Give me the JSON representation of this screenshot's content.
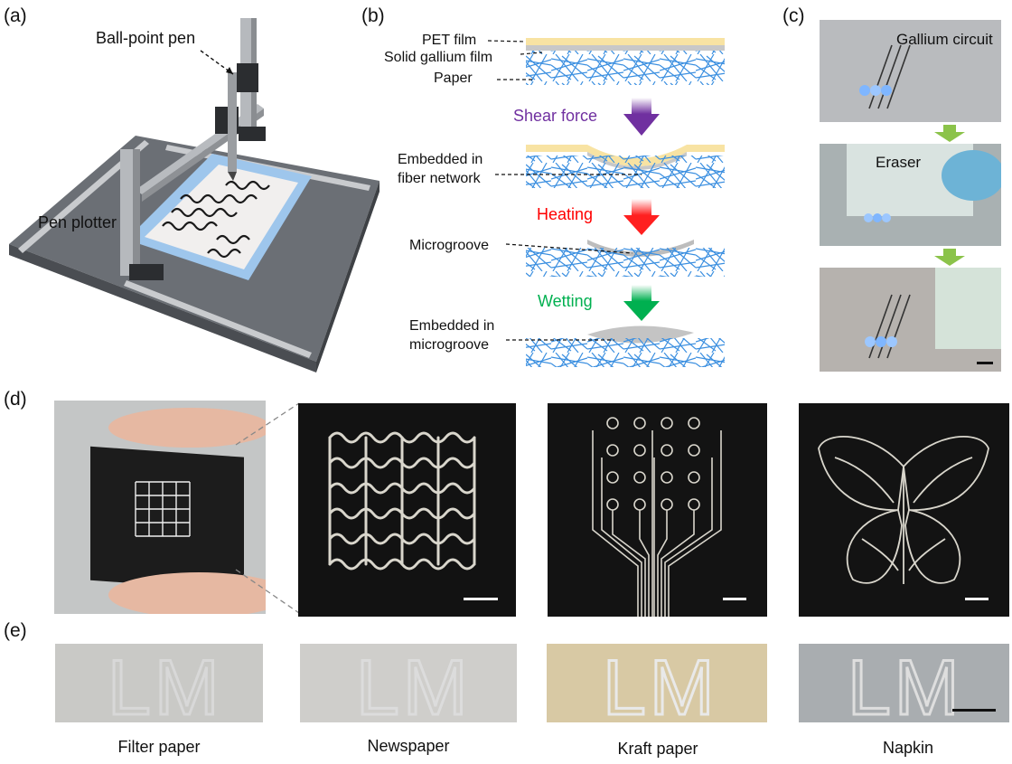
{
  "panels": {
    "a": {
      "label": "(a)",
      "pen_label": "Ball-point pen",
      "plotter_label": "Pen plotter"
    },
    "b": {
      "label": "(b)",
      "layers": [
        "PET film",
        "Solid gallium film",
        "Paper"
      ],
      "steps": [
        {
          "label": "Shear force",
          "color": "#7030a0"
        },
        {
          "label": "Heating",
          "color": "#ff0000"
        },
        {
          "label": "Wetting",
          "color": "#00b050"
        }
      ],
      "annotations": [
        "Embedded in",
        "fiber network",
        "Microgroove",
        "Embedded in",
        "microgroove"
      ]
    },
    "c": {
      "label": "(c)",
      "circuit_label": "Gallium circuit",
      "eraser_label": "Eraser"
    },
    "d": {
      "label": "(d)"
    },
    "e": {
      "label": "(e)",
      "letters": "LM",
      "captions": [
        "Filter paper",
        "Newspaper",
        "Kraft paper",
        "Napkin"
      ]
    }
  },
  "colors": {
    "pet": "#f8e3a3",
    "gallium": "#c8c8c8",
    "fiber": "#3b8fe0",
    "shear": "#7030a0",
    "heat": "#ff0000",
    "wet": "#00b050"
  }
}
